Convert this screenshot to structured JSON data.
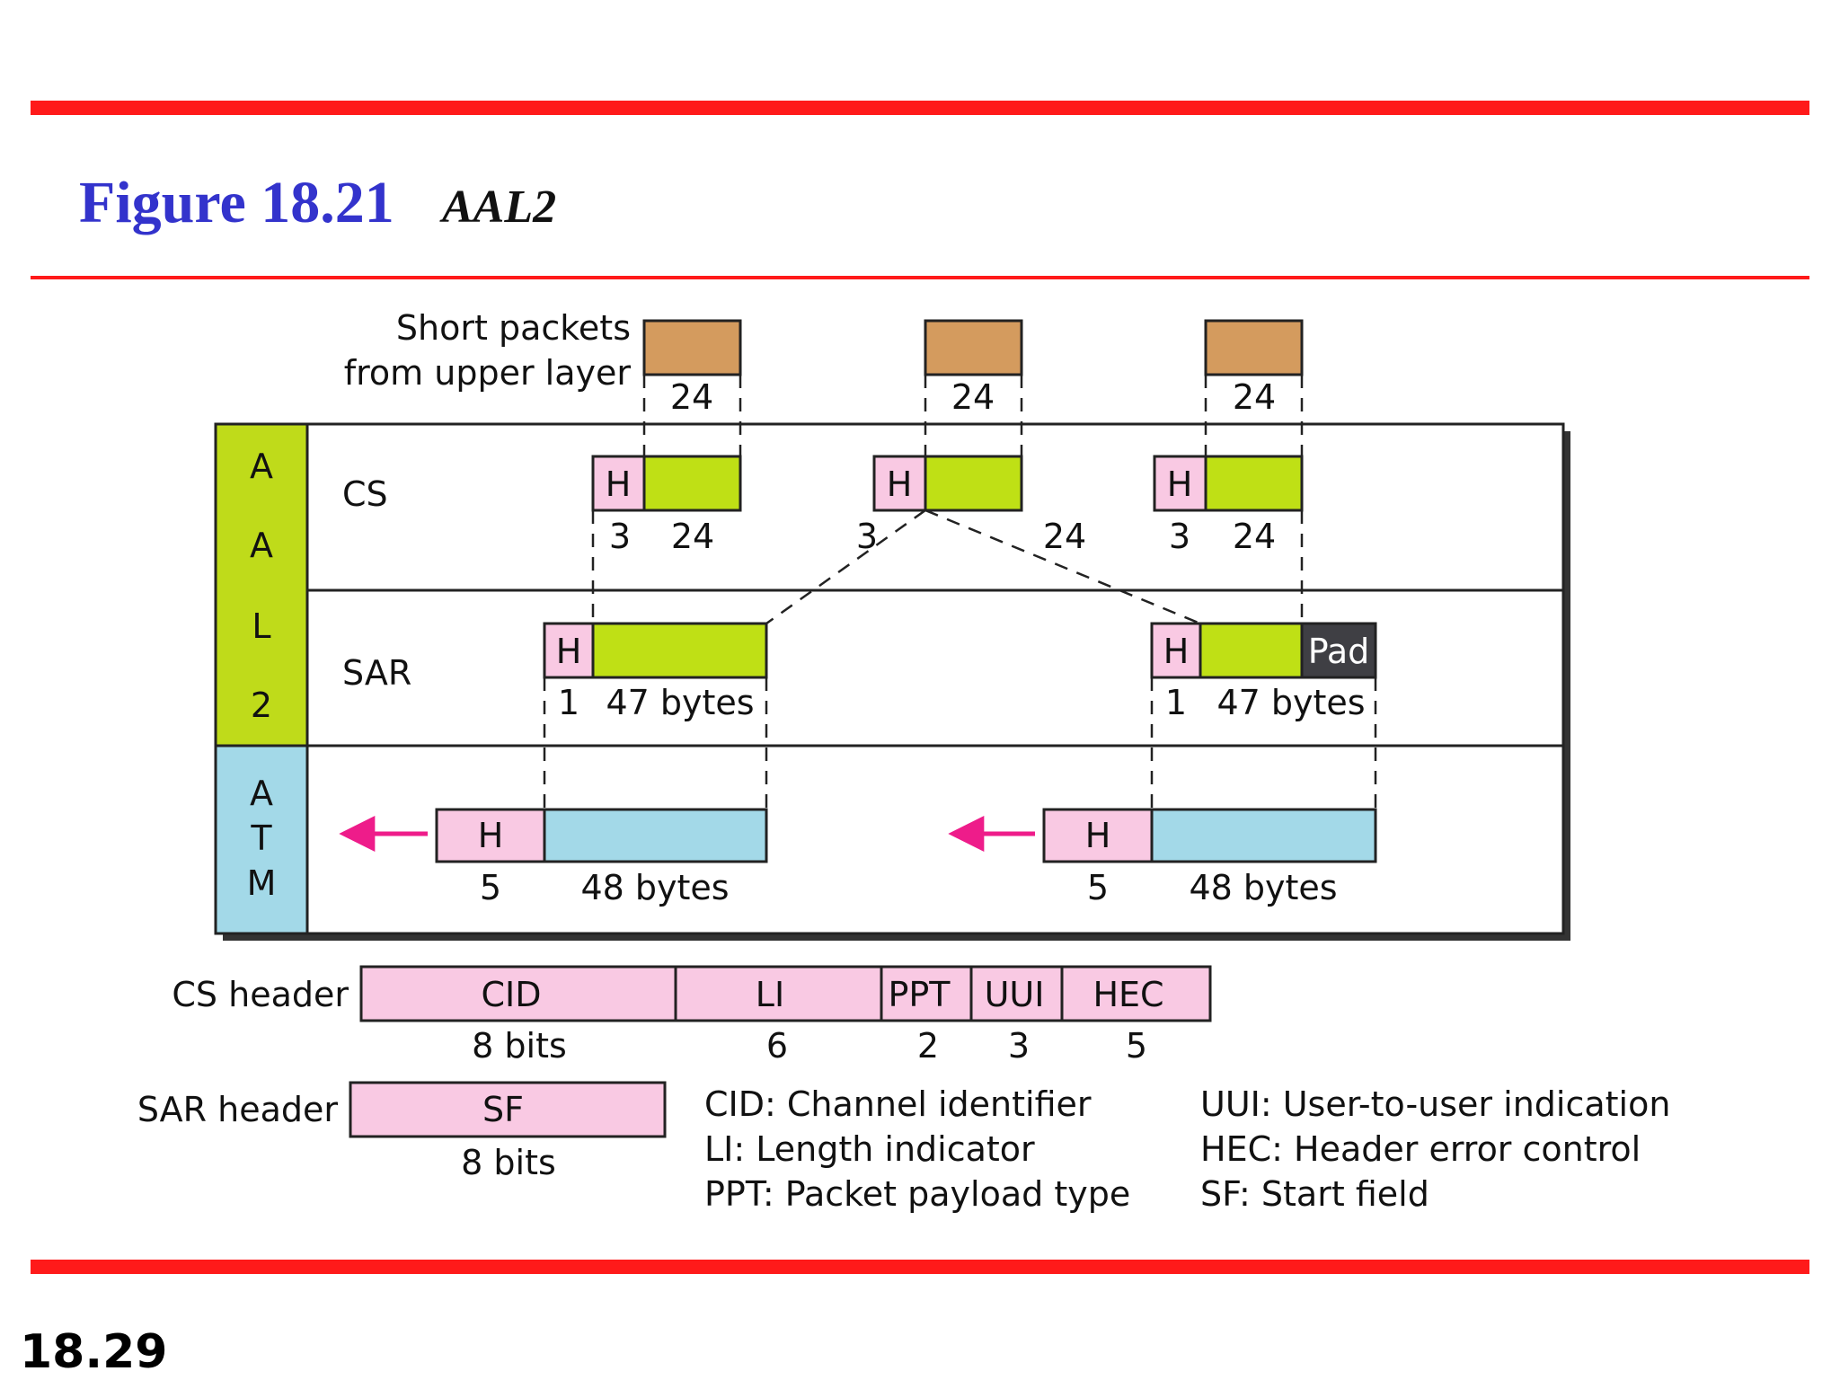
{
  "slide": {
    "figure_label": "Figure 18.21",
    "figure_title": "AAL2",
    "page_number": "18.29",
    "colors": {
      "rule_red": "#ff1a1a",
      "title_blue": "#3333cc",
      "orange_packet": "#d49b5e",
      "green_payload": "#bfe015",
      "pink_header": "#f9c9e3",
      "cyan_payload": "#a3d9e8",
      "pad_dark": "#3f3f44",
      "aal2_band": "#bfdb1a",
      "atm_band": "#a3d9e8",
      "arrow_magenta": "#ee1c8a"
    }
  },
  "diagram": {
    "upper_label_line1": "Short packets",
    "upper_label_line2": "from upper layer",
    "layer_aal2_letters": [
      "A",
      "A",
      "L",
      "2"
    ],
    "layer_atm_letters": [
      "A",
      "T",
      "M"
    ],
    "row_cs": "CS",
    "row_sar": "SAR",
    "packet_size": "24",
    "h": "H",
    "cs_header_len": "3",
    "cs_payload_len": "24",
    "sar_header_len": "1",
    "sar_payload_len": "47 bytes",
    "pad": "Pad",
    "atm_header_len": "5",
    "atm_payload_len": "48 bytes"
  },
  "cs_header": {
    "label": "CS header",
    "fields": [
      {
        "name": "CID",
        "bits": "8 bits"
      },
      {
        "name": "LI",
        "bits": "6"
      },
      {
        "name": "PPT",
        "bits": "2"
      },
      {
        "name": "UUI",
        "bits": "3"
      },
      {
        "name": "HEC",
        "bits": "5"
      }
    ]
  },
  "sar_header": {
    "label": "SAR header",
    "field": "SF",
    "bits": "8 bits"
  },
  "legend": {
    "left": [
      "CID: Channel identifier",
      "LI: Length indicator",
      "PPT: Packet payload type"
    ],
    "right": [
      "UUI: User-to-user indication",
      "HEC: Header error control",
      "SF: Start field"
    ]
  }
}
